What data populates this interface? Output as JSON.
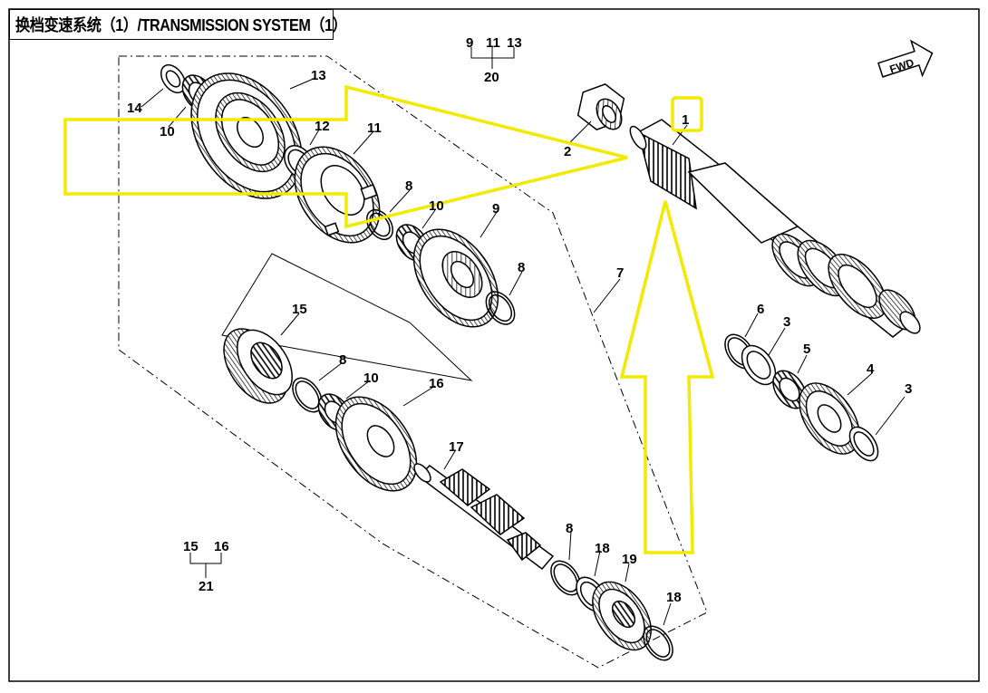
{
  "title": "换档变速系统（1）/TRANSMISSION SYSTEM（1）",
  "fwd_label": "FWD",
  "highlight_color": "#f2ea00",
  "parts": [
    {
      "id": "p1",
      "label": "1"
    },
    {
      "id": "p2",
      "label": "2"
    },
    {
      "id": "p3a",
      "label": "3"
    },
    {
      "id": "p3b",
      "label": "3"
    },
    {
      "id": "p4",
      "label": "4"
    },
    {
      "id": "p5",
      "label": "5"
    },
    {
      "id": "p6",
      "label": "6"
    },
    {
      "id": "p7",
      "label": "7"
    },
    {
      "id": "p8a",
      "label": "8"
    },
    {
      "id": "p8b",
      "label": "8"
    },
    {
      "id": "p8c",
      "label": "8"
    },
    {
      "id": "p8d",
      "label": "8"
    },
    {
      "id": "p9",
      "label": "9"
    },
    {
      "id": "p10a",
      "label": "10"
    },
    {
      "id": "p10b",
      "label": "10"
    },
    {
      "id": "p10c",
      "label": "10"
    },
    {
      "id": "p11",
      "label": "11"
    },
    {
      "id": "p12",
      "label": "12"
    },
    {
      "id": "p13",
      "label": "13"
    },
    {
      "id": "p14",
      "label": "14"
    },
    {
      "id": "p15",
      "label": "15"
    },
    {
      "id": "p16",
      "label": "16"
    },
    {
      "id": "p17",
      "label": "17"
    },
    {
      "id": "p18a",
      "label": "18"
    },
    {
      "id": "p18b",
      "label": "18"
    },
    {
      "id": "p19",
      "label": "19"
    }
  ],
  "assemblies": [
    {
      "id": "a20",
      "members": [
        "9",
        "11",
        "13"
      ],
      "label": "20"
    },
    {
      "id": "a21",
      "members": [
        "15",
        "16"
      ],
      "label": "21"
    }
  ]
}
